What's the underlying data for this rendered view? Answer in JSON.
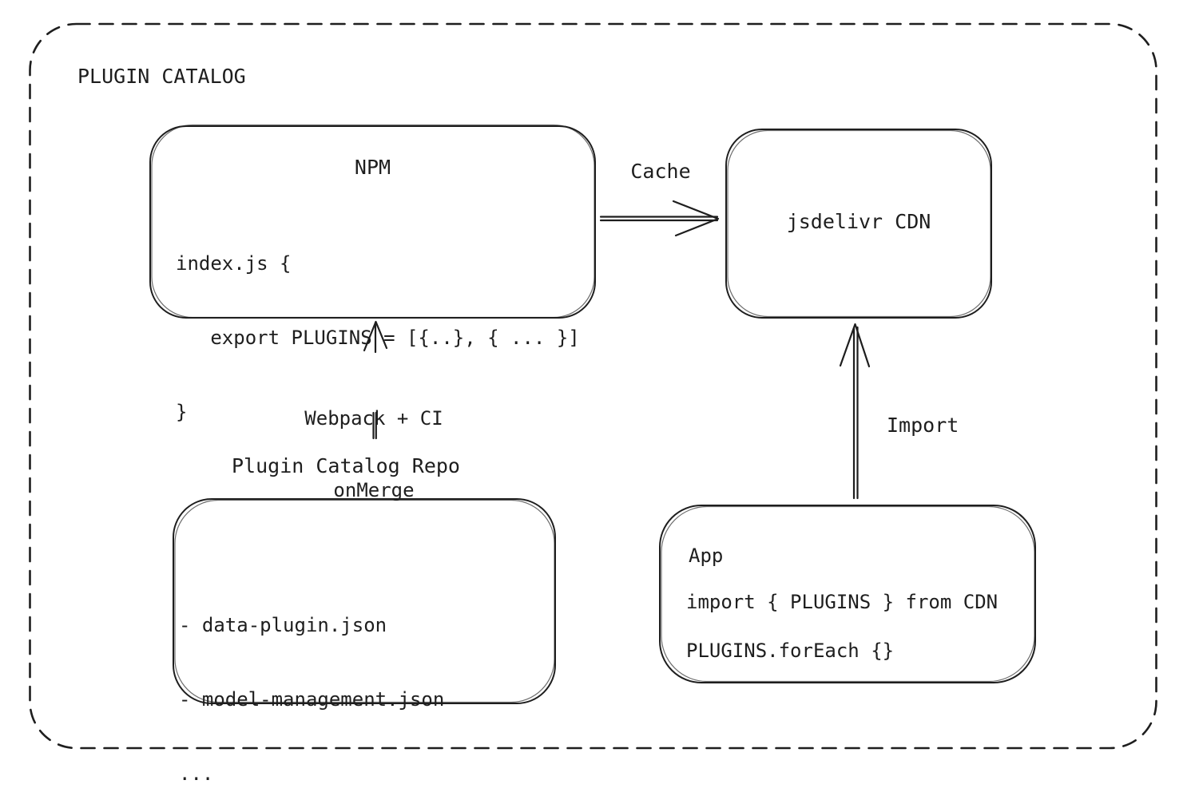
{
  "title": "PLUGIN CATALOG",
  "colors": {
    "stroke": "#1e1e1e",
    "background": "#ffffff"
  },
  "nodes": {
    "npm": {
      "title": "NPM",
      "code_lines": [
        "index.js {",
        "   export PLUGINS = [{..}, { ... }]",
        "}"
      ]
    },
    "cdn": {
      "label": "jsdelivr CDN"
    },
    "repo": {
      "label": "Plugin Catalog Repo",
      "file_lines": [
        "- data-plugin.json",
        "- model-management.json",
        "..."
      ]
    },
    "app": {
      "title": "App",
      "code_lines": [
        "import { PLUGINS } from CDN",
        "PLUGINS.forEach {}"
      ]
    }
  },
  "edges": {
    "cache": {
      "label": "Cache"
    },
    "webpack_ci": {
      "label_lines": [
        "Webpack + CI",
        "onMerge"
      ]
    },
    "import": {
      "label": "Import"
    }
  }
}
